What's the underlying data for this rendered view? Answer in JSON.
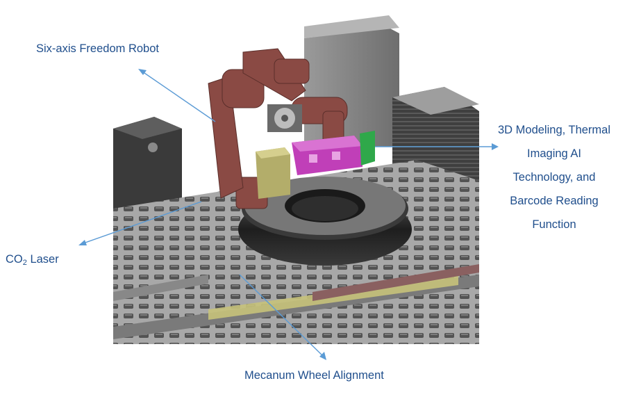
{
  "labels": {
    "robot": "Six-axis Freedom Robot",
    "laser_prefix": "CO",
    "laser_sub": "2",
    "laser_suffix": " Laser",
    "mecanum": "Mecanum Wheel Alignment",
    "modeling_lines": [
      "3D Modeling, Thermal",
      "Imaging AI",
      "Technology, and",
      "Barcode Reading",
      "Function"
    ]
  },
  "colors": {
    "label_text": "#1f4e8c",
    "arrow": "#5b9bd5",
    "robot_arm": "#8a4a44",
    "scanner_head": "#c03fb8",
    "sensor": "#2fa84a",
    "laser_box": "#b3ad6a",
    "frame": "#7d7d7d",
    "cabinet_dark": "#4a4a4a",
    "cabinet_light": "#8c8c8c",
    "tire": "#2a2a2a",
    "background": "#ffffff"
  }
}
